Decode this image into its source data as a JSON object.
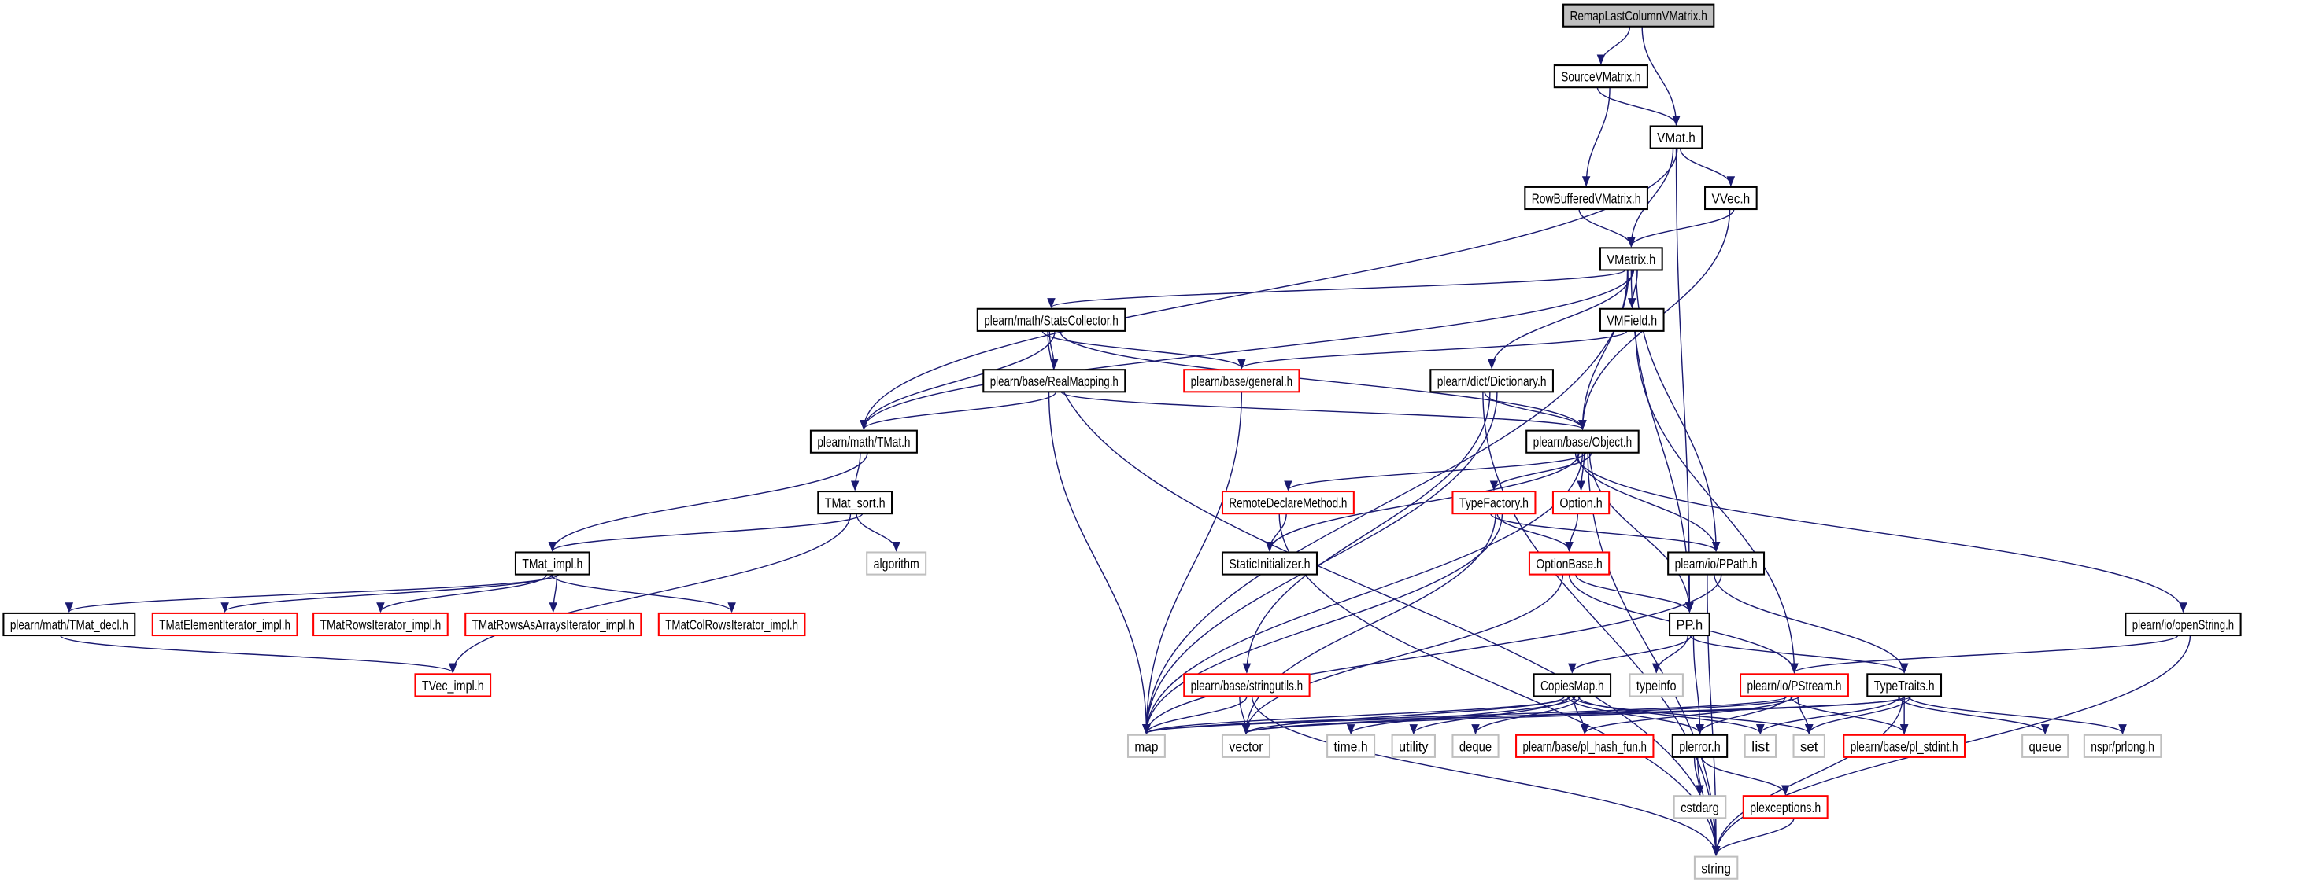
{
  "colors": {
    "edge": "#191970",
    "normal_border": "#000000",
    "missing_border": "#ff0000",
    "external_border": "#bfbfbf",
    "root_fill": "#bfbfbf",
    "fill": "#ffffff"
  },
  "nodes": [
    {
      "id": "remap",
      "label": "RemapLastColumnVMatrix.h",
      "style": "root"
    },
    {
      "id": "source",
      "label": "SourceVMatrix.h",
      "style": "normal"
    },
    {
      "id": "vmat",
      "label": "VMat.h",
      "style": "normal"
    },
    {
      "id": "rowbuf",
      "label": "RowBufferedVMatrix.h",
      "style": "normal"
    },
    {
      "id": "vvec",
      "label": "VVec.h",
      "style": "normal"
    },
    {
      "id": "vmatrix",
      "label": "VMatrix.h",
      "style": "normal"
    },
    {
      "id": "stats",
      "label": "plearn/math/StatsCollector.h",
      "style": "normal"
    },
    {
      "id": "vmfield",
      "label": "VMField.h",
      "style": "normal"
    },
    {
      "id": "realmap",
      "label": "plearn/base/RealMapping.h",
      "style": "normal"
    },
    {
      "id": "general",
      "label": "plearn/base/general.h",
      "style": "red"
    },
    {
      "id": "dict",
      "label": "plearn/dict/Dictionary.h",
      "style": "normal"
    },
    {
      "id": "tmat",
      "label": "plearn/math/TMat.h",
      "style": "normal"
    },
    {
      "id": "object",
      "label": "plearn/base/Object.h",
      "style": "normal"
    },
    {
      "id": "tmatsort",
      "label": "TMat_sort.h",
      "style": "normal"
    },
    {
      "id": "remote",
      "label": "RemoteDeclareMethod.h",
      "style": "red"
    },
    {
      "id": "typefactory",
      "label": "TypeFactory.h",
      "style": "red"
    },
    {
      "id": "option",
      "label": "Option.h",
      "style": "red"
    },
    {
      "id": "tmatimpl",
      "label": "TMat_impl.h",
      "style": "normal"
    },
    {
      "id": "algorithm",
      "label": "algorithm",
      "style": "gray"
    },
    {
      "id": "static",
      "label": "StaticInitializer.h",
      "style": "normal"
    },
    {
      "id": "optionbase",
      "label": "OptionBase.h",
      "style": "red"
    },
    {
      "id": "ppath",
      "label": "plearn/io/PPath.h",
      "style": "normal"
    },
    {
      "id": "tmatdecl",
      "label": "plearn/math/TMat_decl.h",
      "style": "normal"
    },
    {
      "id": "elemiter",
      "label": "TMatElementIterator_impl.h",
      "style": "red"
    },
    {
      "id": "rowsiter",
      "label": "TMatRowsIterator_impl.h",
      "style": "red"
    },
    {
      "id": "rowsarr",
      "label": "TMatRowsAsArraysIterator_impl.h",
      "style": "red"
    },
    {
      "id": "colrows",
      "label": "TMatColRowsIterator_impl.h",
      "style": "red"
    },
    {
      "id": "pp",
      "label": "PP.h",
      "style": "normal"
    },
    {
      "id": "openstring",
      "label": "plearn/io/openString.h",
      "style": "normal"
    },
    {
      "id": "tvecimpl",
      "label": "TVec_impl.h",
      "style": "red"
    },
    {
      "id": "stringutils",
      "label": "plearn/base/stringutils.h",
      "style": "red"
    },
    {
      "id": "copiesmap",
      "label": "CopiesMap.h",
      "style": "normal"
    },
    {
      "id": "typeinfo",
      "label": "typeinfo",
      "style": "gray"
    },
    {
      "id": "pstream",
      "label": "plearn/io/PStream.h",
      "style": "red"
    },
    {
      "id": "typetraits",
      "label": "TypeTraits.h",
      "style": "normal"
    },
    {
      "id": "map",
      "label": "map",
      "style": "gray"
    },
    {
      "id": "vector",
      "label": "vector",
      "style": "gray"
    },
    {
      "id": "time",
      "label": "time.h",
      "style": "gray"
    },
    {
      "id": "utility",
      "label": "utility",
      "style": "gray"
    },
    {
      "id": "deque",
      "label": "deque",
      "style": "gray"
    },
    {
      "id": "hashfun",
      "label": "plearn/base/pl_hash_fun.h",
      "style": "red"
    },
    {
      "id": "plerror",
      "label": "plerror.h",
      "style": "normal"
    },
    {
      "id": "list",
      "label": "list",
      "style": "gray"
    },
    {
      "id": "set",
      "label": "set",
      "style": "gray"
    },
    {
      "id": "stdint",
      "label": "plearn/base/pl_stdint.h",
      "style": "red"
    },
    {
      "id": "queue",
      "label": "queue",
      "style": "gray"
    },
    {
      "id": "prlong",
      "label": "nspr/prlong.h",
      "style": "gray"
    },
    {
      "id": "cstdarg",
      "label": "cstdarg",
      "style": "gray"
    },
    {
      "id": "plexceptions",
      "label": "plexceptions.h",
      "style": "red"
    },
    {
      "id": "string",
      "label": "string",
      "style": "gray"
    }
  ],
  "edges": [
    [
      "remap",
      "source"
    ],
    [
      "remap",
      "vmat"
    ],
    [
      "source",
      "vmat"
    ],
    [
      "source",
      "rowbuf"
    ],
    [
      "vmat",
      "tmat"
    ],
    [
      "vmat",
      "vmatrix"
    ],
    [
      "vmat",
      "vvec"
    ],
    [
      "vmat",
      "pp"
    ],
    [
      "rowbuf",
      "vmatrix"
    ],
    [
      "vvec",
      "vmatrix"
    ],
    [
      "vvec",
      "object"
    ],
    [
      "vmatrix",
      "stats"
    ],
    [
      "vmatrix",
      "tmat"
    ],
    [
      "vmatrix",
      "map"
    ],
    [
      "vmatrix",
      "vmfield"
    ],
    [
      "vmatrix",
      "dict"
    ],
    [
      "vmatrix",
      "object"
    ],
    [
      "vmatrix",
      "ppath"
    ],
    [
      "vmatrix",
      "pp"
    ],
    [
      "vmfield",
      "general"
    ],
    [
      "vmfield",
      "pstream"
    ],
    [
      "stats",
      "realmap"
    ],
    [
      "stats",
      "general"
    ],
    [
      "stats",
      "tmat"
    ],
    [
      "stats",
      "string"
    ],
    [
      "stats",
      "object"
    ],
    [
      "realmap",
      "tmat"
    ],
    [
      "realmap",
      "map"
    ],
    [
      "realmap",
      "object"
    ],
    [
      "general",
      "map"
    ],
    [
      "dict",
      "object"
    ],
    [
      "dict",
      "map"
    ],
    [
      "dict",
      "stringutils"
    ],
    [
      "dict",
      "string"
    ],
    [
      "tmat",
      "tmatimpl"
    ],
    [
      "tmat",
      "tmatsort"
    ],
    [
      "tmatsort",
      "tmatimpl"
    ],
    [
      "tmatsort",
      "algorithm"
    ],
    [
      "tmatsort",
      "tvecimpl"
    ],
    [
      "tmatimpl",
      "tmatdecl"
    ],
    [
      "tmatimpl",
      "elemiter"
    ],
    [
      "tmatimpl",
      "rowsiter"
    ],
    [
      "tmatimpl",
      "rowsarr"
    ],
    [
      "tmatimpl",
      "colrows"
    ],
    [
      "tmatdecl",
      "tvecimpl"
    ],
    [
      "object",
      "remote"
    ],
    [
      "object",
      "static"
    ],
    [
      "object",
      "typefactory"
    ],
    [
      "object",
      "option"
    ],
    [
      "object",
      "ppath"
    ],
    [
      "object",
      "pp"
    ],
    [
      "object",
      "map"
    ],
    [
      "object",
      "openstring"
    ],
    [
      "object",
      "string"
    ],
    [
      "remote",
      "static"
    ],
    [
      "remote",
      "string"
    ],
    [
      "typefactory",
      "optionbase"
    ],
    [
      "typefactory",
      "ppath"
    ],
    [
      "typefactory",
      "map"
    ],
    [
      "typefactory",
      "vector"
    ],
    [
      "option",
      "optionbase"
    ],
    [
      "optionbase",
      "pp"
    ],
    [
      "optionbase",
      "pstream"
    ],
    [
      "optionbase",
      "vector"
    ],
    [
      "ppath",
      "map"
    ],
    [
      "ppath",
      "typetraits"
    ],
    [
      "ppath",
      "string"
    ],
    [
      "pp",
      "copiesmap"
    ],
    [
      "pp",
      "typeinfo"
    ],
    [
      "pp",
      "plerror"
    ],
    [
      "pp",
      "typetraits"
    ],
    [
      "openstring",
      "pstream"
    ],
    [
      "openstring",
      "string"
    ],
    [
      "stringutils",
      "map"
    ],
    [
      "stringutils",
      "vector"
    ],
    [
      "stringutils",
      "string"
    ],
    [
      "copiesmap",
      "map"
    ],
    [
      "copiesmap",
      "vector"
    ],
    [
      "copiesmap",
      "time"
    ],
    [
      "copiesmap",
      "utility"
    ],
    [
      "copiesmap",
      "deque"
    ],
    [
      "copiesmap",
      "hashfun"
    ],
    [
      "copiesmap",
      "plerror"
    ],
    [
      "copiesmap",
      "list"
    ],
    [
      "copiesmap",
      "set"
    ],
    [
      "pstream",
      "map"
    ],
    [
      "pstream",
      "vector"
    ],
    [
      "pstream",
      "hashfun"
    ],
    [
      "pstream",
      "plerror"
    ],
    [
      "pstream",
      "set"
    ],
    [
      "pstream",
      "stdint"
    ],
    [
      "typetraits",
      "map"
    ],
    [
      "typetraits",
      "vector"
    ],
    [
      "typetraits",
      "list"
    ],
    [
      "typetraits",
      "set"
    ],
    [
      "typetraits",
      "stdint"
    ],
    [
      "typetraits",
      "queue"
    ],
    [
      "typetraits",
      "prlong"
    ],
    [
      "typetraits",
      "string"
    ],
    [
      "plerror",
      "cstdarg"
    ],
    [
      "plerror",
      "plexceptions"
    ],
    [
      "plerror",
      "string"
    ],
    [
      "plexceptions",
      "string"
    ]
  ]
}
